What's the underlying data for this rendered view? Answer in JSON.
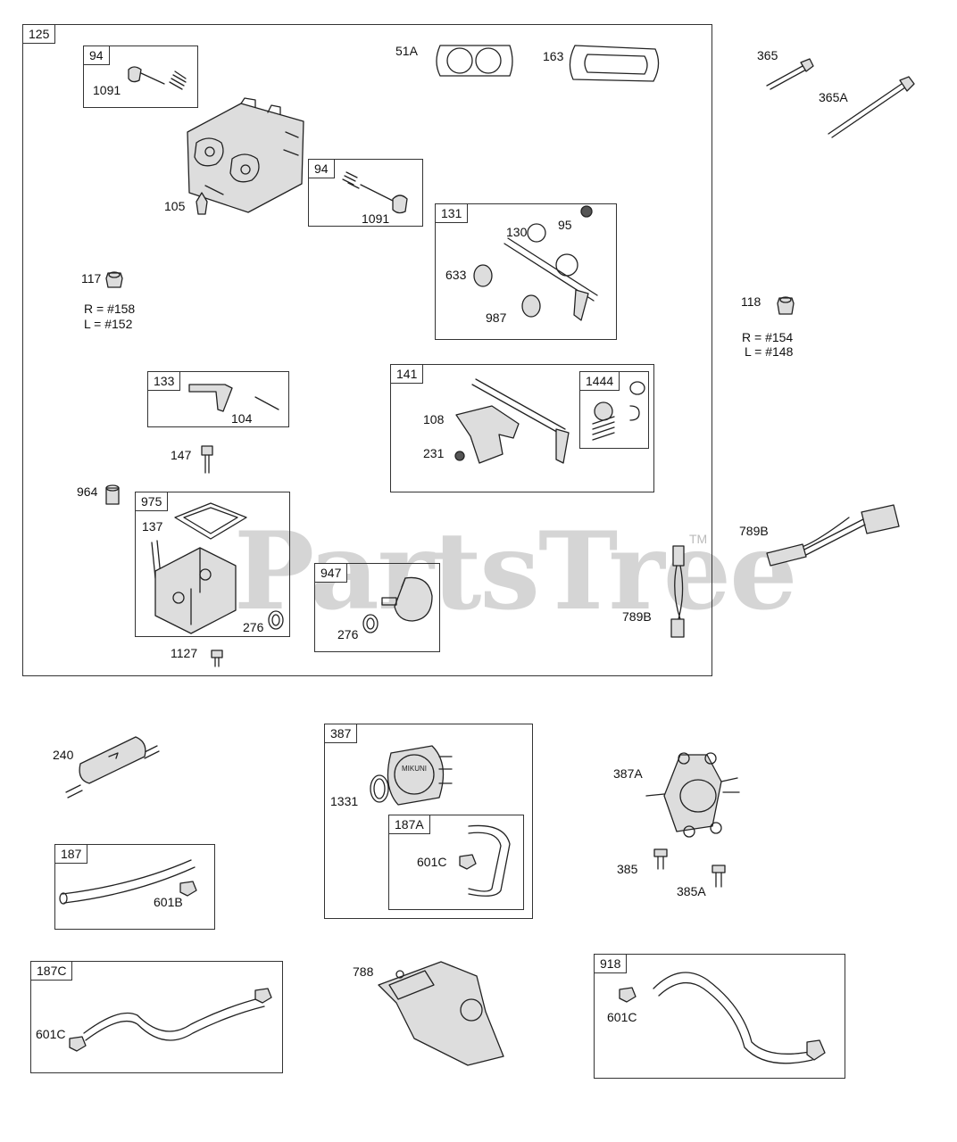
{
  "watermark": {
    "text": "PartsTree",
    "tm": "TM"
  },
  "labels": {
    "l125": "125",
    "l94a": "94",
    "l1091a": "1091",
    "l105": "105",
    "l94b": "94",
    "l1091b": "1091",
    "l51A": "51A",
    "l163": "163",
    "l365": "365",
    "l365A": "365A",
    "l131": "131",
    "l130": "130",
    "l95": "95",
    "l633": "633",
    "l987": "987",
    "l117": "117",
    "l117R": "R = #158",
    "l117L": "L = #152",
    "l118": "118",
    "l118R": "R = #154",
    "l118L": "L = #148",
    "l133": "133",
    "l104": "104",
    "l141": "141",
    "l108": "108",
    "l231": "231",
    "l1444": "1444",
    "l147": "147",
    "l964": "964",
    "l975": "975",
    "l137": "137",
    "l276a": "276",
    "l1127": "1127",
    "l947": "947",
    "l276b": "276",
    "l789Ba": "789B",
    "l789Bb": "789B",
    "l240": "240",
    "l187": "187",
    "l601B": "601B",
    "l387": "387",
    "l1331": "1331",
    "l187A": "187A",
    "l601Ca": "601C",
    "l387A": "387A",
    "l385": "385",
    "l385A": "385A",
    "l187C": "187C",
    "l601Cb": "601C",
    "l788": "788",
    "l918": "918",
    "l601Cc": "601C"
  },
  "pump_brand": "MIKUNI",
  "colors": {
    "line": "#222222",
    "watermark": "#c8c8c8"
  }
}
